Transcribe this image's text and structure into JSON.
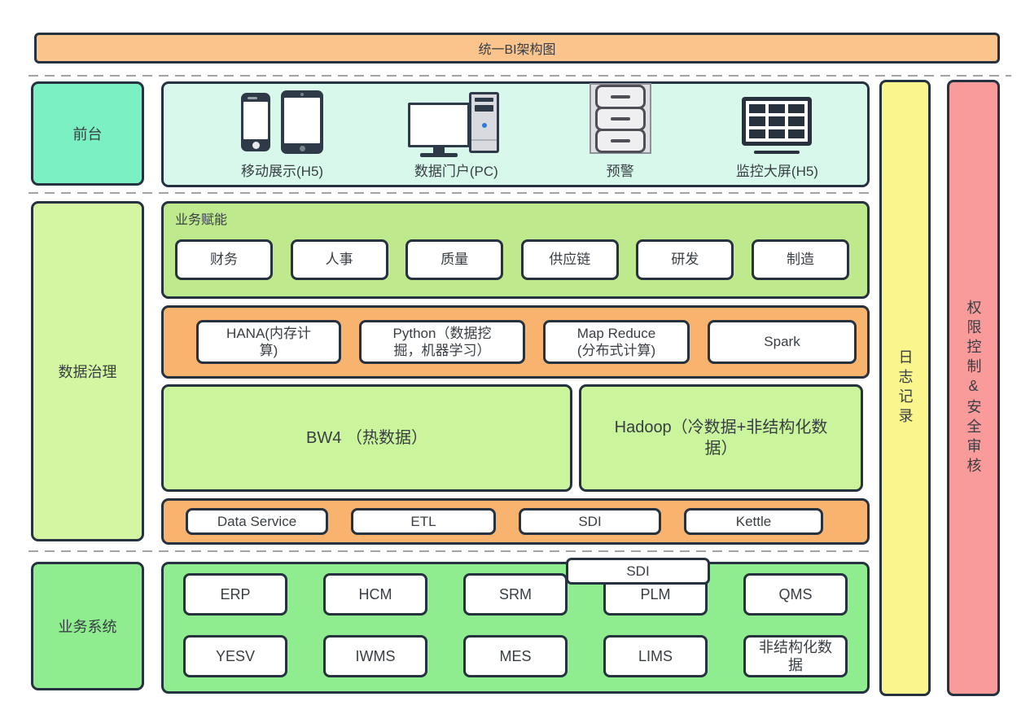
{
  "title": "统一BI架构图",
  "frontend": {
    "label": "前台",
    "items": [
      {
        "icon": "mobile-tablet-icon",
        "label": "移动展示(H5)"
      },
      {
        "icon": "desktop-pc-icon",
        "label": "数据门户(PC)"
      },
      {
        "icon": "alert-cabinet-icon",
        "label": "预警"
      },
      {
        "icon": "dashboard-grid-icon",
        "label": "监控大屏(H5)"
      }
    ]
  },
  "governance": {
    "label": "数据治理",
    "enable_title": "业务赋能",
    "enable_items": [
      "财务",
      "人事",
      "质量",
      "供应链",
      "研发",
      "制造"
    ],
    "compute_items": [
      "HANA(内存计\n算)",
      "Python（数据挖\n掘，机器学习）",
      "Map Reduce\n(分布式计算)",
      "Spark"
    ],
    "storage_items": [
      "BW4 （热数据）",
      "Hadoop（冷数据+非结构化数\n据）"
    ],
    "etl_items": [
      "Data Service",
      "ETL",
      "SDI",
      "Kettle"
    ]
  },
  "business": {
    "label": "业务系统",
    "sdi_label": "SDI",
    "row1": [
      "ERP",
      "HCM",
      "SRM",
      "PLM",
      "QMS"
    ],
    "row2": [
      "YESV",
      "IWMS",
      "MES",
      "LIMS",
      "非结构化数\n据"
    ]
  },
  "sidebars": {
    "log": "日志记录",
    "security": "权限控制&安全审核"
  },
  "colors": {
    "banner_orange": "#FAC48C",
    "row_orange": "#F8B46E",
    "mint_label": "#7BF0C2",
    "mint_bg": "#D9F8EC",
    "green_label": "#D4F5A1",
    "green_panel": "#BEE98D",
    "green_box": "#CBF59D",
    "green_bottom": "#8FEC8F",
    "yellow_bar": "#FBF58D",
    "pink_bar": "#F99B9B",
    "border_dark": "#26323F"
  }
}
